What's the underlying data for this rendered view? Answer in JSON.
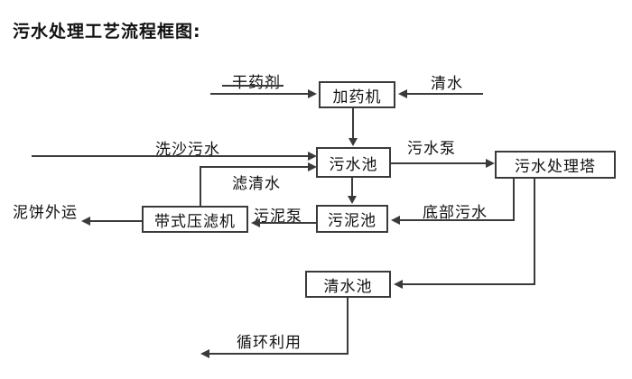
{
  "title": "污水处理工艺流程框图:",
  "nodes": {
    "dosing_machine": "加药机",
    "sewage_pool": "污水池",
    "treatment_tower": "污水处理塔",
    "sludge_pool": "污泥池",
    "belt_filter_press": "带式压滤机",
    "clean_water_pool": "清水池"
  },
  "flow_labels": {
    "dry_chemical": "干药剂",
    "clean_water": "清水",
    "sand_washing_sewage": "洗沙污水",
    "sewage_pump": "污水泵",
    "filtered_water": "滤清水",
    "bottom_sewage": "底部污水",
    "sludge_pump": "污泥泵",
    "mud_cake_out": "泥饼外运",
    "recycle": "循环利用"
  },
  "flows": [
    {
      "from": "干药剂",
      "to": "加药机"
    },
    {
      "from": "清水",
      "to": "加药机"
    },
    {
      "from": "加药机",
      "to": "污水池"
    },
    {
      "from": "洗沙污水",
      "to": "污水池"
    },
    {
      "from": "带式压滤机",
      "to": "污水池",
      "label": "滤清水"
    },
    {
      "from": "污水池",
      "to": "污水处理塔",
      "label": "污水泵"
    },
    {
      "from": "污水池",
      "to": "污泥池"
    },
    {
      "from": "污水处理塔",
      "to": "污泥池",
      "label": "底部污水"
    },
    {
      "from": "污泥池",
      "to": "带式压滤机",
      "label": "污泥泵"
    },
    {
      "from": "带式压滤机",
      "to": "泥饼外运"
    },
    {
      "from": "污水处理塔",
      "to": "清水池"
    },
    {
      "from": "清水池",
      "to": "循环利用"
    }
  ],
  "colors": {
    "line": "#3a3a3a",
    "text": "#111111",
    "background": "#ffffff"
  }
}
